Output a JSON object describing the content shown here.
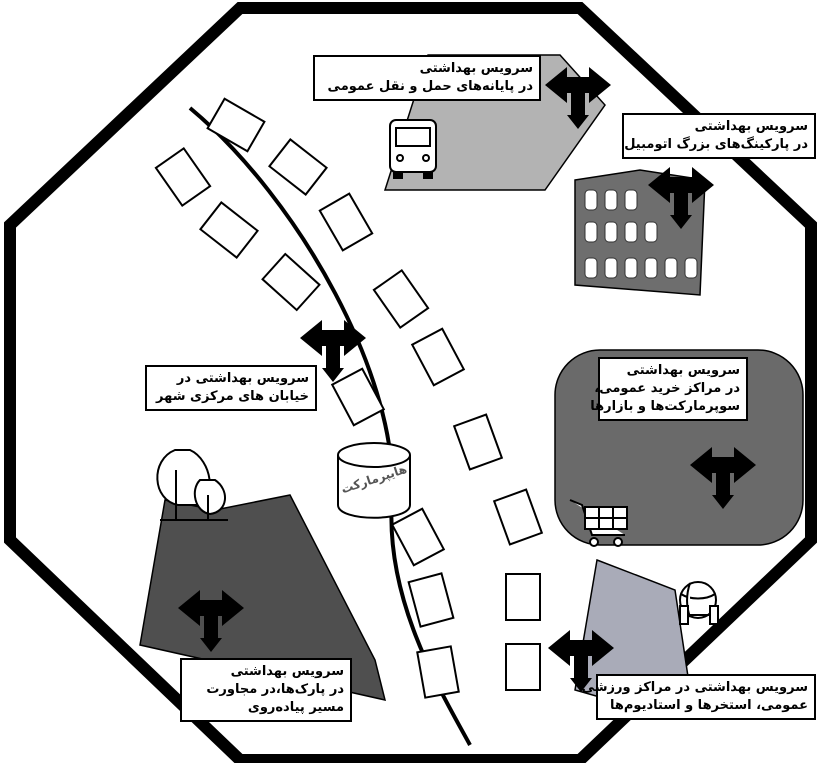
{
  "labels": {
    "transport": {
      "line1": "سرویس بهداشتی",
      "line2": "در پایانه‌های حمل و نقل عمومی"
    },
    "parking": {
      "line1": "سرویس بهداشتی",
      "line2": "در پارکینگ‌های بزرگ اتومبیل"
    },
    "streets": {
      "line1": "سرویس بهداشتی در",
      "line2": "خیابان های مرکزی شهر"
    },
    "malls": {
      "line1": "سرویس بهداشتی",
      "line2": "در مراکز خرید عمومی،",
      "line3": "سوپرمارکت‌ها و بازارها"
    },
    "parks": {
      "line1": "سرویس بهداشتی",
      "line2": "در پارک‌ها،در مجاورت",
      "line3": "مسیر پیاده‌روی"
    },
    "sports": {
      "line1": "سرویس بهداشتی در مراکز ورزشی",
      "line2": "عمومی، استخرها و استادیوم‌ها"
    }
  },
  "hypermarket": "هایپرمارکت",
  "icons": [
    "bus-icon",
    "car-icon",
    "shopping-cart-icon",
    "tree-icon",
    "dumbbell-icon",
    "ball-icon",
    "toilet-sign-icon"
  ],
  "colors": {
    "outline": "#000000",
    "transport_zone": "#b3b3b3",
    "parking_zone": "#6e6e6e",
    "mall_zone": "#6a6a6a",
    "park_zone": "#4f4f4f",
    "sports_zone": "#a9abb8"
  }
}
